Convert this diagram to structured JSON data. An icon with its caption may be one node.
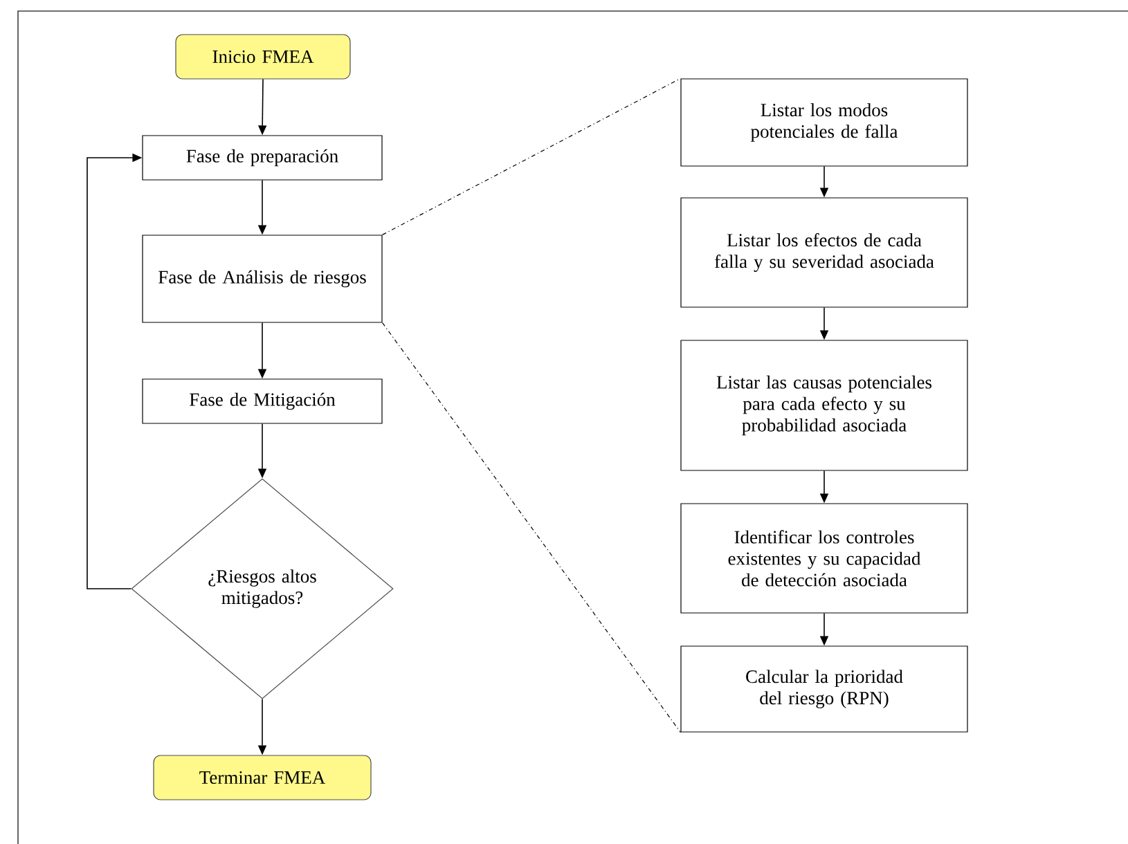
{
  "diagram": {
    "nodes": [
      {
        "text": [
          "Inicio FMEA"
        ]
      },
      {
        "text": [
          "Fase de preparación"
        ]
      },
      {
        "text": [
          "Fase de Análisis de riesgos"
        ]
      },
      {
        "text": [
          "Fase de Mitigación"
        ]
      },
      {
        "text": [
          "¿Riesgos altos mitigados?"
        ]
      },
      {
        "text": [
          "Terminar FMEA"
        ]
      },
      {
        "text": [
          "Listar los modos potenciales de falla"
        ]
      },
      {
        "text": [
          "Listar los efectos de cada falla y su severidad asociada"
        ]
      },
      {
        "text": [
          "Listar las causas potenciales para cada efecto y su probabilidad asociada"
        ]
      },
      {
        "text": [
          "Identificar los controles existentes y su capacidad de detección asociada"
        ]
      },
      {
        "text": [
          "Calcular la prioridad del riesgo (RPN)"
        ]
      }
    ],
    "edges": [
      {
        "from": 0,
        "to": 1,
        "arrow": "to"
      },
      {
        "from": 1,
        "to": 2,
        "arrow": "to"
      },
      {
        "from": 2,
        "to": 3,
        "arrow": "to"
      },
      {
        "from": 3,
        "to": 4,
        "arrow": "to"
      },
      {
        "from": 4,
        "to": 5,
        "arrow": "to"
      },
      {
        "from": 4,
        "to": 1,
        "arrow": "to"
      },
      {
        "from": 2,
        "to": 6,
        "arrow": "none",
        "style": "dashed"
      },
      {
        "from": 2,
        "to": 10,
        "arrow": "none",
        "style": "dashed"
      },
      {
        "from": 6,
        "to": 7,
        "arrow": "to"
      },
      {
        "from": 7,
        "to": 8,
        "arrow": "to"
      },
      {
        "from": 8,
        "to": 9,
        "arrow": "to"
      },
      {
        "from": 9,
        "to": 10,
        "arrow": "to"
      }
    ]
  }
}
